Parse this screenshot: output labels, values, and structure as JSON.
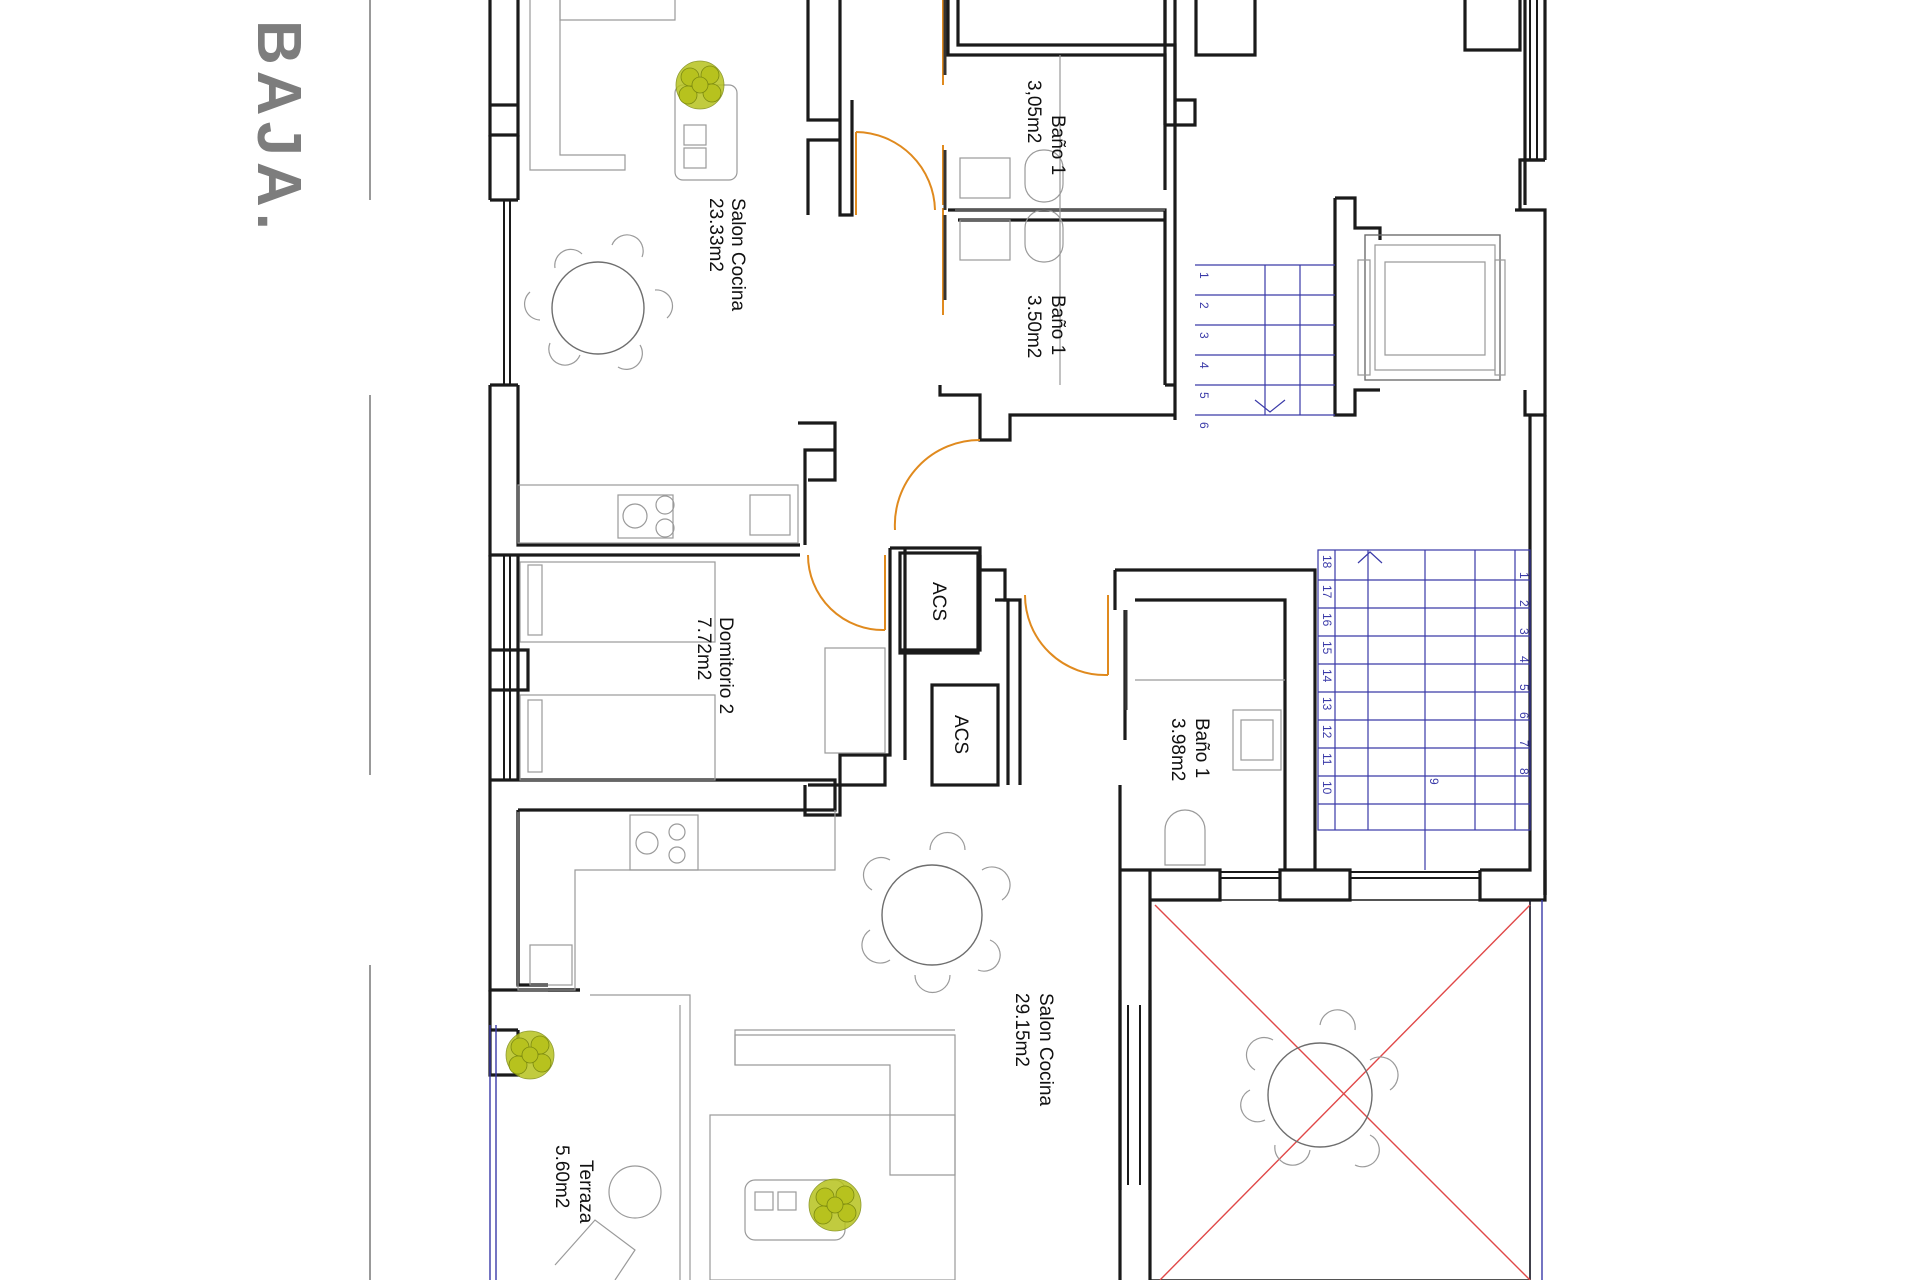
{
  "plan_title": "BAJA.",
  "rooms": [
    {
      "name": "Salon Cocina",
      "area": "23.33m2"
    },
    {
      "name": "Baño 1",
      "area": "3,05m2"
    },
    {
      "name": "Baño 1",
      "area": "3.50m2"
    },
    {
      "name": "Domitorio 2",
      "area": "7.72m2"
    },
    {
      "name": "Baño 1",
      "area": "3.98m2"
    },
    {
      "name": "Salon Cocina",
      "area": "29.15m2"
    },
    {
      "name": "Terraza",
      "area": "5.60m2"
    }
  ],
  "acs_labels": [
    "ACS",
    "ACS"
  ],
  "stair_top_steps": [
    "1",
    "2",
    "3",
    "4",
    "5",
    "6"
  ],
  "stair_main_left": [
    "18",
    "17",
    "16",
    "15",
    "14",
    "13",
    "12",
    "11",
    "10"
  ],
  "stair_main_right": [
    "1",
    "2",
    "3",
    "4",
    "5",
    "6",
    "7",
    "8"
  ],
  "stair_main_landing": "9",
  "colors": {
    "wall": "#1a1a1a",
    "door": "#e08a1e",
    "stair": "#3a3aa8",
    "void_cross": "#e04848",
    "plant": "#b7c21e",
    "title": "#7d7d7d"
  }
}
